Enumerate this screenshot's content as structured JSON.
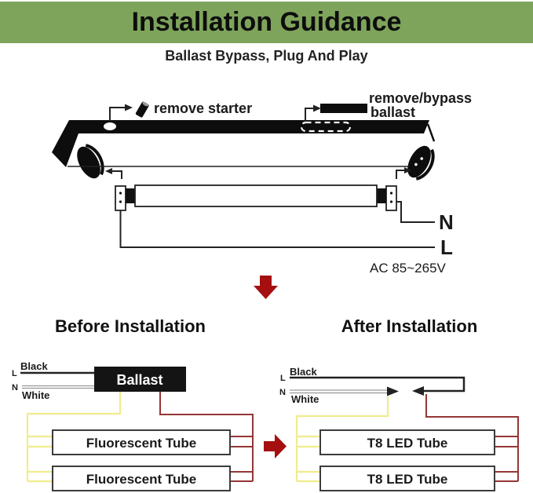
{
  "header": {
    "title": "Installation Guidance"
  },
  "subtitle": "Ballast Bypass, Plug And Play",
  "top_diagram": {
    "remove_starter_label": "remove starter",
    "remove_bypass_label_line1": "remove/bypass",
    "remove_bypass_label_line2": "ballast",
    "neutral_label": "N",
    "live_label": "L",
    "voltage_label": "AC 85~265V"
  },
  "before_section": {
    "heading": "Before Installation",
    "live_label": "L",
    "black_wire_label": "Black",
    "neutral_label": "N",
    "white_wire_label": "White",
    "ballast_label": "Ballast",
    "tube1_label": "Fluorescent Tube",
    "tube2_label": "Fluorescent Tube"
  },
  "after_section": {
    "heading": "After Installation",
    "live_label": "L",
    "black_wire_label": "Black",
    "neutral_label": "N",
    "white_wire_label": "White",
    "tube1_label": "T8 LED Tube",
    "tube2_label": "T8 LED Tube"
  },
  "colors": {
    "header_green": "#7ea45b",
    "arrow_red": "#a60f0f",
    "wire_yellow": "#f0ec8d",
    "wire_red": "#953636",
    "ballast_black": "#141414",
    "line_black": "#222222"
  }
}
